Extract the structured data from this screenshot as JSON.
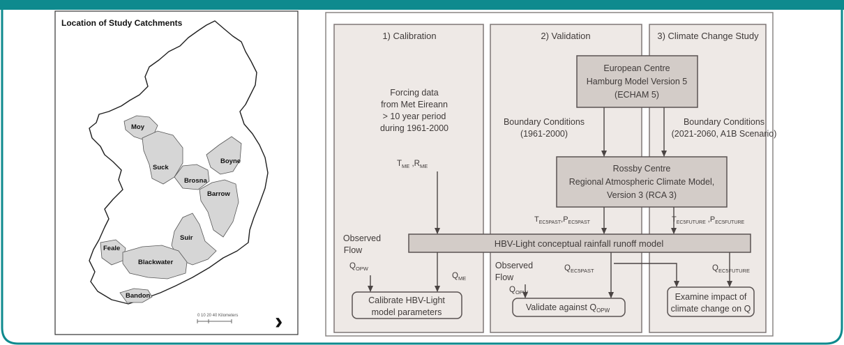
{
  "map": {
    "title": "Location of Study Catchments",
    "scale_text": "0  10 20    40 Kilometers",
    "next_arrow": "›",
    "catchments": [
      {
        "key": "moy",
        "label": "Moy"
      },
      {
        "key": "suck",
        "label": "Suck"
      },
      {
        "key": "boyne",
        "label": "Boyne"
      },
      {
        "key": "brosna",
        "label": "Brosna"
      },
      {
        "key": "barrow",
        "label": "Barrow"
      },
      {
        "key": "suir",
        "label": "Suir"
      },
      {
        "key": "feale",
        "label": "Feale"
      },
      {
        "key": "blackwater",
        "label": "Blackwater"
      },
      {
        "key": "bandon",
        "label": "Bandon"
      }
    ]
  },
  "flowchart": {
    "columns": {
      "calibration": "1) Calibration",
      "validation": "2) Validation",
      "climate": "3) Climate Change Study"
    },
    "echam": [
      "European Centre",
      "Hamburg Model Version 5",
      "(ECHAM 5)"
    ],
    "rossby": [
      "Rossby Centre",
      "Regional Atmospheric Climate Model,",
      "Version 3 (RCA 3)"
    ],
    "forcing": [
      "Forcing data",
      "from Met Eireann",
      "> 10 year period",
      "during 1961-2000"
    ],
    "bc_past": [
      "Boundary Conditions",
      "(1961-2000)"
    ],
    "bc_future": [
      "Boundary Conditions",
      "(2021-2060, A1B Scenario)"
    ],
    "t_me": {
      "base1": "T",
      "sub1": "ME",
      "sep": " ,",
      "base2": "R",
      "sub2": "ME"
    },
    "t_past": {
      "base1": "T",
      "sub1": "EC5PAST",
      "sep": ",",
      "base2": "P",
      "sub2": "EC5PAST"
    },
    "t_future": {
      "base1": "T",
      "sub1": "EC5FUTURE",
      "sep": " ,",
      "base2": "P",
      "sub2": "EC5FUTURE"
    },
    "hbv": "HBV-Light conceptual rainfall runoff model",
    "obs_flow_1": [
      "Observed",
      "Flow"
    ],
    "obs_flow_2": [
      "Observed",
      "Flow"
    ],
    "q_opw": {
      "base": "Q",
      "sub": "OPW"
    },
    "q_me": {
      "base": "Q",
      "sub": "ME"
    },
    "q_past": {
      "base": "Q",
      "sub": "EC5PAST"
    },
    "q_future": {
      "base": "Q",
      "sub": "EC5FUTURE"
    },
    "calibrate": [
      "Calibrate HBV-Light",
      "model parameters"
    ],
    "validate": {
      "text": "Validate against Q",
      "sub": "OPW"
    },
    "examine": [
      "Examine impact of",
      "climate change on Q"
    ]
  },
  "colors": {
    "teal": "#0e8a8e",
    "box_fill": "#eee9e6",
    "node_fill": "#d3ccc8",
    "region_fill": "#d6d6d6",
    "line": "#5a5352",
    "text": "#3f3a39"
  }
}
